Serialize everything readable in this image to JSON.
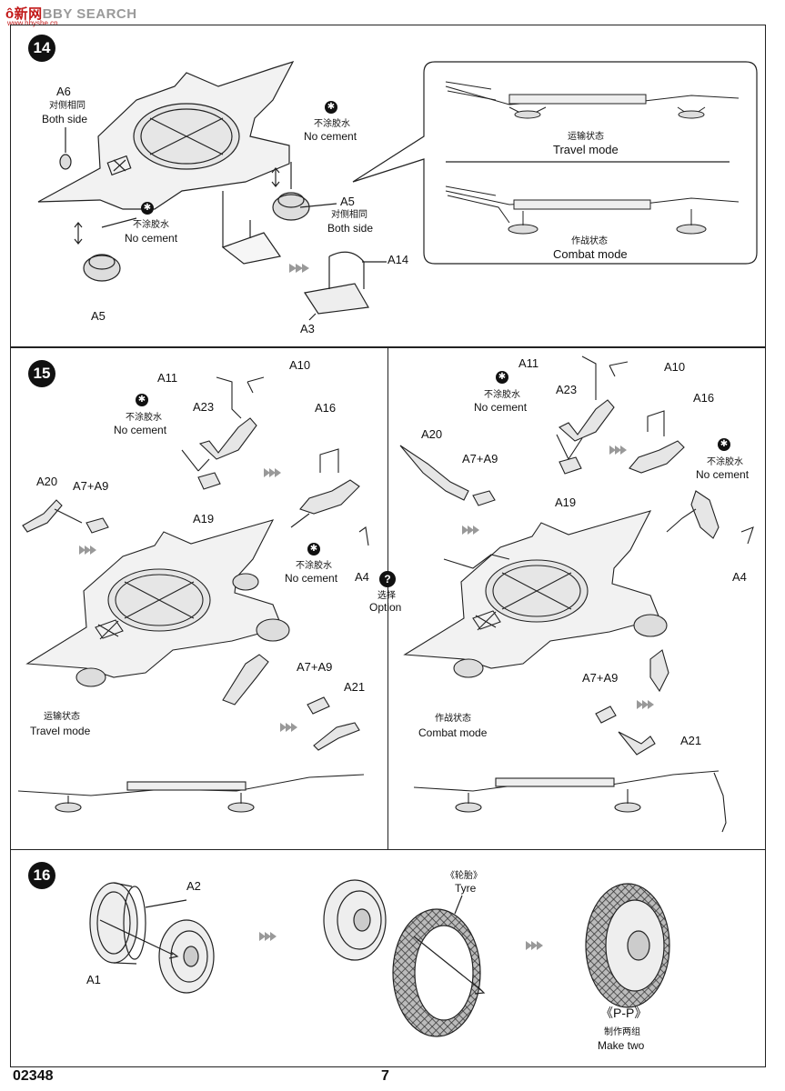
{
  "watermark": {
    "brand_red": "ô新网",
    "brand_grey": "BBY SEARCH",
    "url": "www.hbyshe.cn"
  },
  "steps": {
    "s14": {
      "number": "14",
      "labels": {
        "a6": "A6",
        "a6_cn": "对侧相同",
        "a6_en": "Both side",
        "nc1_cn": "不涂胶水",
        "nc1_en": "No cement",
        "nc2_cn": "不涂胶水",
        "nc2_en": "No cement",
        "a5_right": "A5",
        "a5_right_cn": "对侧相同",
        "a5_right_en": "Both side",
        "a14": "A14",
        "a3": "A3",
        "a5_bottom": "A5"
      },
      "callout": {
        "travel_cn": "运输状态",
        "travel_en": "Travel mode",
        "combat_cn": "作战状态",
        "combat_en": "Combat mode"
      }
    },
    "s15": {
      "number": "15",
      "left": {
        "a11": "A11",
        "a10": "A10",
        "a23": "A23",
        "a16": "A16",
        "nc1_cn": "不涂胶水",
        "nc1_en": "No cement",
        "a20": "A20",
        "a7a9": "A7+A9",
        "a19": "A19",
        "nc2_cn": "不涂胶水",
        "nc2_en": "No cement",
        "a4": "A4",
        "a7a9_b": "A7+A9",
        "a21": "A21",
        "mode_cn": "运输状态",
        "mode_en": "Travel mode"
      },
      "option": {
        "symbol": "?",
        "cn": "选择",
        "en": "Option"
      },
      "right": {
        "a11": "A11",
        "a10": "A10",
        "a23": "A23",
        "a16": "A16",
        "nc1_cn": "不涂胶水",
        "nc1_en": "No cement",
        "a20": "A20",
        "a7a9": "A7+A9",
        "a19": "A19",
        "nc2_cn": "不涂胶水",
        "nc2_en": "No cement",
        "a4": "A4",
        "a7a9_b": "A7+A9",
        "a21": "A21",
        "mode_cn": "作战状态",
        "mode_en": "Combat mode"
      }
    },
    "s16": {
      "number": "16",
      "labels": {
        "a2": "A2",
        "a1": "A1",
        "tyre_cn": "《轮胎》",
        "tyre_en": "Tyre",
        "pp": "《P-P》",
        "make_cn": "制作两组",
        "make_en": "Make two"
      }
    }
  },
  "footer": {
    "code": "02348",
    "page": "7"
  }
}
